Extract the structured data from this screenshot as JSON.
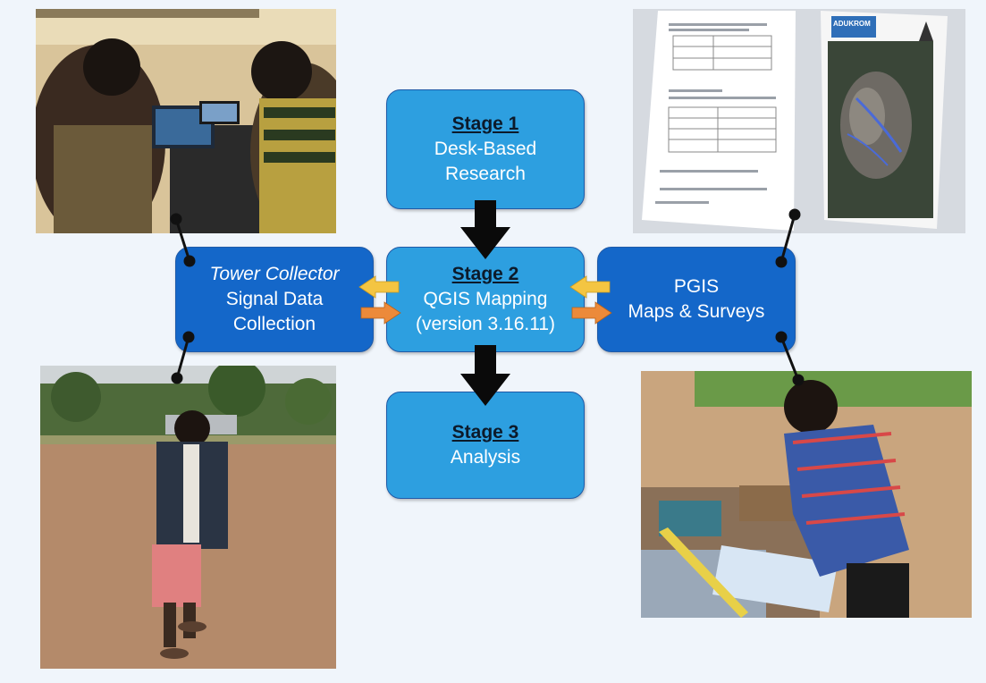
{
  "stage1": {
    "heading": "Stage 1",
    "line1": "Desk-Based",
    "line2": "Research"
  },
  "stage2": {
    "heading": "Stage 2",
    "line1": "QGIS Mapping",
    "line2": "(version 3.16.11)"
  },
  "stage3": {
    "heading": "Stage 3",
    "line1": "Analysis"
  },
  "tower": {
    "line1": "Tower Collector",
    "line2": "Signal Data",
    "line3": "Collection"
  },
  "pgis": {
    "line1": "PGIS",
    "line2": "Maps & Surveys"
  },
  "map_doc": {
    "title": "ADUKROM"
  },
  "colors": {
    "background": "#f0f5fb",
    "box_light": "#2d9fe0",
    "box_dark": "#1467c9",
    "arrow_black": "#0a0a0a",
    "arrow_yellow": "#f4c542",
    "arrow_orange": "#ec8a3a"
  }
}
